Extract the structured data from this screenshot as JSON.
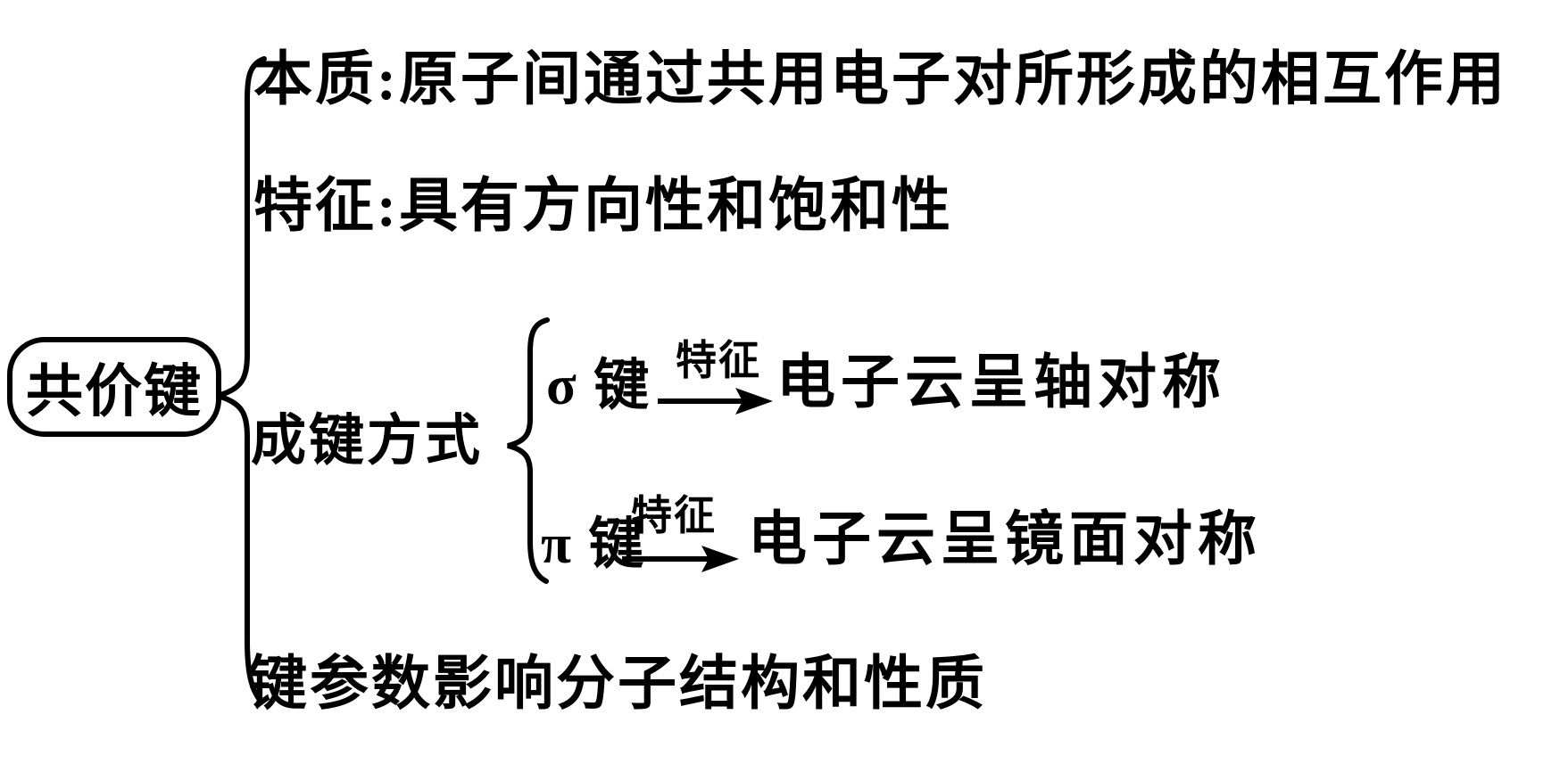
{
  "root": {
    "label": "共价键"
  },
  "branches": {
    "essence": "本质:原子间通过共用电子对所形成的相互作用",
    "feature": "特征:具有方向性和饱和性",
    "bonding": {
      "label": "成键方式",
      "sigma": {
        "name": "σ 键",
        "arrow_label": "特征",
        "result": "电子云呈轴对称"
      },
      "pi": {
        "name": "π 键",
        "arrow_label": "特征",
        "result": "电子云呈镜面对称"
      }
    },
    "params": "键参数影响分子结构和性质"
  },
  "colors": {
    "ink": "#000000",
    "background": "#ffffff"
  }
}
